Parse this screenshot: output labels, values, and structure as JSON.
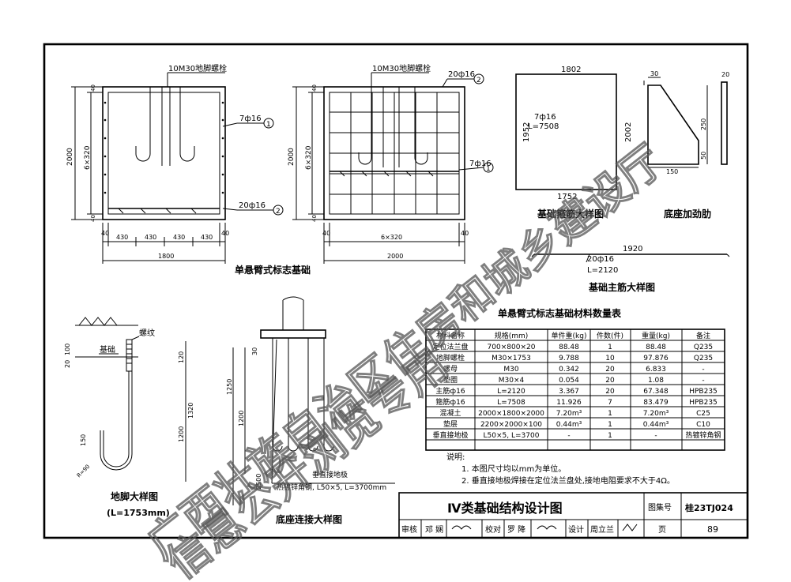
{
  "drawing": {
    "title": "Ⅳ类基础结构设计图",
    "atlas_label": "图集号",
    "atlas_no": "桂23TJ024",
    "page_label": "页",
    "page_no": "89",
    "review_label": "审核",
    "reviewer": "邓 娴",
    "check_label": "校对",
    "checker": "罗 降",
    "design_label": "设计",
    "designer": "周立兰"
  },
  "views": {
    "view1_title": "单悬臂式标志基础",
    "view1_bolt": "10M30地脚螺栓",
    "view1_rebar7": "7ф16",
    "view1_rebar20": "20ф16",
    "view1_height": "2000",
    "view1_spacing": "6×320",
    "view1_top": "40",
    "view1_bot": "40",
    "view1_seg": "430",
    "view1_edge": "40",
    "view1_width": "1800",
    "view2_bolt": "10M30地脚螺栓",
    "view2_rebar20": "20ф16",
    "view2_rebar7": "7ф16",
    "view2_height": "2000",
    "view2_spacing": "6×320",
    "view2_top": "40",
    "view2_bot": "40",
    "view2_edge": "40",
    "view2_inner": "6×320",
    "view2_width": "2000",
    "stirrup_title": "基础箍筋大样图",
    "stirrup_top": "1802",
    "stirrup_right": "2002",
    "stirrup_left": "1952",
    "stirrup_bottom": "1752",
    "stirrup_label": "7ф16",
    "stirrup_length": "L=7508",
    "rib_title": "底座加劲肋",
    "rib_top": "30",
    "rib_h": "250",
    "rib_b": "50",
    "rib_w": "150",
    "rib_t": "20",
    "main_title": "基础主筋大样图",
    "main_len": "1920",
    "main_label": "20ф16",
    "main_total": "L=2120",
    "bolt_title": "地脚大样图",
    "bolt_total": "(L=1753mm)",
    "bolt_thread": "螺纹",
    "bolt_base": "基础",
    "bolt_d1": "100",
    "bolt_d2": "20",
    "bolt_d3": "120",
    "bolt_d4": "1320",
    "bolt_d5": "1200",
    "bolt_d6": "150",
    "bolt_r": "R=90",
    "base_title": "底座连接大样图",
    "base_d1": "30",
    "base_d2": "1250",
    "base_d3": "1200",
    "base_d4": "2500",
    "ground_label": "垂直接地极",
    "ground_spec": "热镀锌角钢, L50×5, L=3700mm"
  },
  "table": {
    "title": "单悬臂式标志基础材料数量表",
    "headers": [
      "材料名称",
      "规格(mm)",
      "单件重(kg)",
      "件数(件)",
      "重量(kg)",
      "备注"
    ],
    "rows": [
      [
        "定位法兰盘",
        "700×800×20",
        "88.48",
        "1",
        "88.48",
        "Q235"
      ],
      [
        "地脚螺栓",
        "M30×1753",
        "9.788",
        "10",
        "97.876",
        "Q235"
      ],
      [
        "螺母",
        "M30",
        "0.342",
        "20",
        "6.833",
        "-"
      ],
      [
        "垫圈",
        "M30×4",
        "0.054",
        "20",
        "1.08",
        "-"
      ],
      [
        "主筋ф16",
        "L=2120",
        "3.367",
        "20",
        "67.348",
        "HPB235"
      ],
      [
        "箍筋ф16",
        "L=7508",
        "11.926",
        "7",
        "83.479",
        "HPB235"
      ],
      [
        "混凝土",
        "2000×1800×2000",
        "7.20m³",
        "1",
        "7.20m³",
        "C25"
      ],
      [
        "垫层",
        "2200×2000×100",
        "0.44m³",
        "1",
        "0.44m³",
        "C10"
      ],
      [
        "垂直接地极",
        "L50×5, L=3700",
        "-",
        "1",
        "-",
        "热镀锌角钢"
      ]
    ]
  },
  "notes": {
    "heading": "说明:",
    "items": [
      "1. 本图尺寸均以mm为单位。",
      "2. 垂直接地极焊接在定位法兰盘处,接地电阻要求不大于4Ω。"
    ]
  },
  "watermark": {
    "line1": "广西壮族自治区住房和城乡建设厅",
    "line2": "信息公开浏览专用"
  }
}
